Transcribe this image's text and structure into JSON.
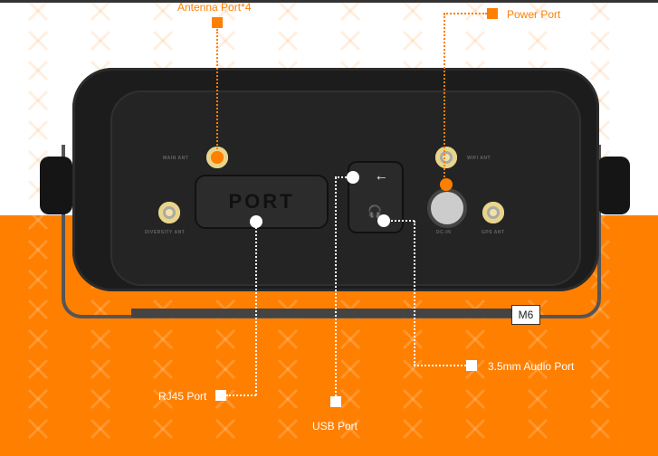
{
  "callouts": {
    "antenna": "Antenna Port*4",
    "power": "Power Port",
    "usb": "USB Port",
    "audio": "3.5mm Audio Port",
    "rj45": "RJ45 Port"
  },
  "device": {
    "port_cover": "PORT",
    "main_ant": "MAIN ANT",
    "diversity_ant": "DIVERSITY ANT",
    "wifi_ant": "WIFI ANT",
    "dc_in": "DC-IN",
    "gps_ant": "GPS ANT",
    "bracket_label": "M6"
  },
  "colors": {
    "accent": "#FF7F00",
    "white": "#FFFFFF"
  }
}
